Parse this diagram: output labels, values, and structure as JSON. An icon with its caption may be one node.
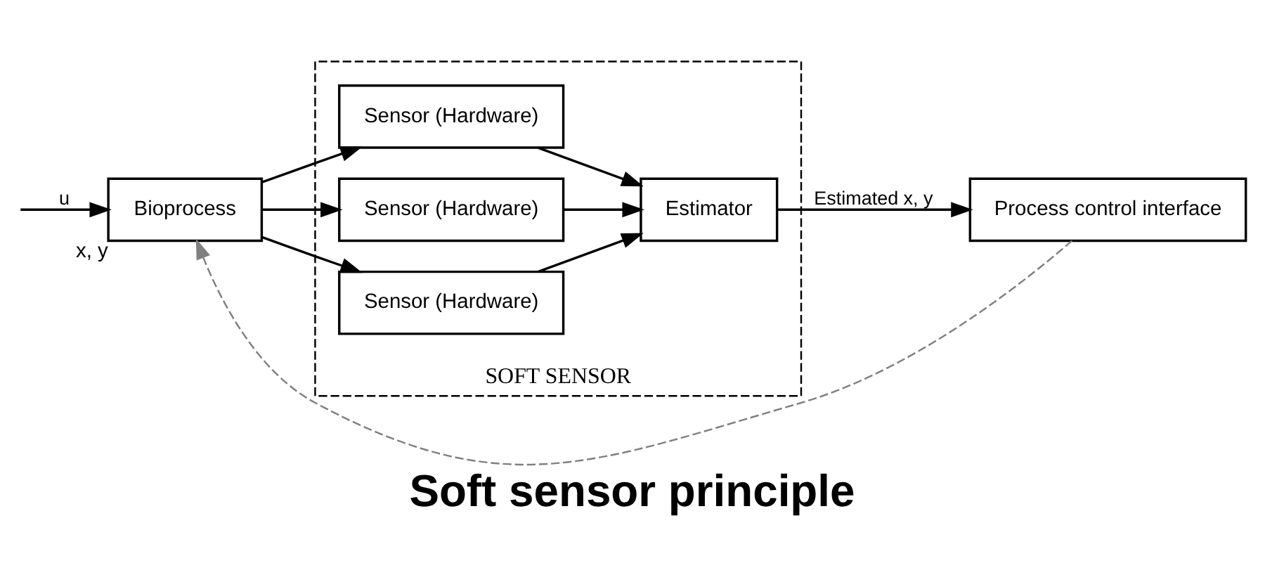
{
  "diagram": {
    "caption": "Soft sensor principle",
    "nodes": [
      {
        "text": [
          "Bioprocess"
        ],
        "beside": [
          "x, y"
        ]
      },
      {
        "text": [
          "SOFT SENSOR"
        ]
      },
      {
        "text": [
          "Sensor (Hardware)"
        ],
        "in": 1
      },
      {
        "text": [
          "Sensor (Hardware)"
        ],
        "in": 1
      },
      {
        "text": [
          "Sensor (Hardware)"
        ],
        "in": 1
      },
      {
        "text": [
          "Estimator"
        ],
        "in": 1
      },
      {
        "text": [
          "Process control interface"
        ]
      }
    ],
    "edges": [
      {
        "from": null,
        "to": 0,
        "arrow": "to",
        "label": "u"
      },
      {
        "from": 0,
        "to": 2,
        "arrow": "to"
      },
      {
        "from": 0,
        "to": 3,
        "arrow": "to"
      },
      {
        "from": 0,
        "to": 4,
        "arrow": "to"
      },
      {
        "from": 2,
        "to": 5,
        "arrow": "to"
      },
      {
        "from": 3,
        "to": 5,
        "arrow": "to"
      },
      {
        "from": 4,
        "to": 5,
        "arrow": "to"
      },
      {
        "from": 5,
        "to": 6,
        "arrow": "to",
        "label": "Estimated x, y"
      },
      {
        "from": 6,
        "to": 0,
        "arrow": "to",
        "style": "dashed",
        "color": "#808080"
      }
    ]
  }
}
